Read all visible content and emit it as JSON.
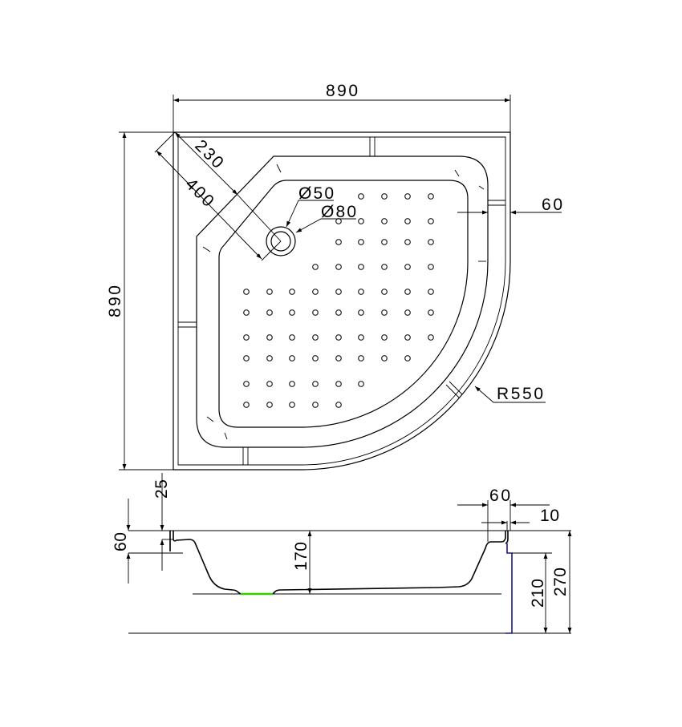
{
  "drawing": {
    "plan_view": {
      "width_label": "890",
      "depth_label": "890",
      "corner_to_drain_label": "230",
      "corner_to_edge_label": "400",
      "drain_inner_label": "Ø50",
      "drain_outer_label": "Ø80",
      "rim_width_label": "60",
      "radius_label": "R550"
    },
    "section_view": {
      "rim_offset_label": "25",
      "rim_height_label": "60",
      "basin_depth_label": "170",
      "right_rim_label": "60",
      "lip_label": "10",
      "apron_height_label": "210",
      "total_height_label": "270"
    },
    "colors": {
      "lines": "#000000",
      "drain_segment": "#33cc00",
      "apron_edge": "#1a1a80"
    }
  }
}
